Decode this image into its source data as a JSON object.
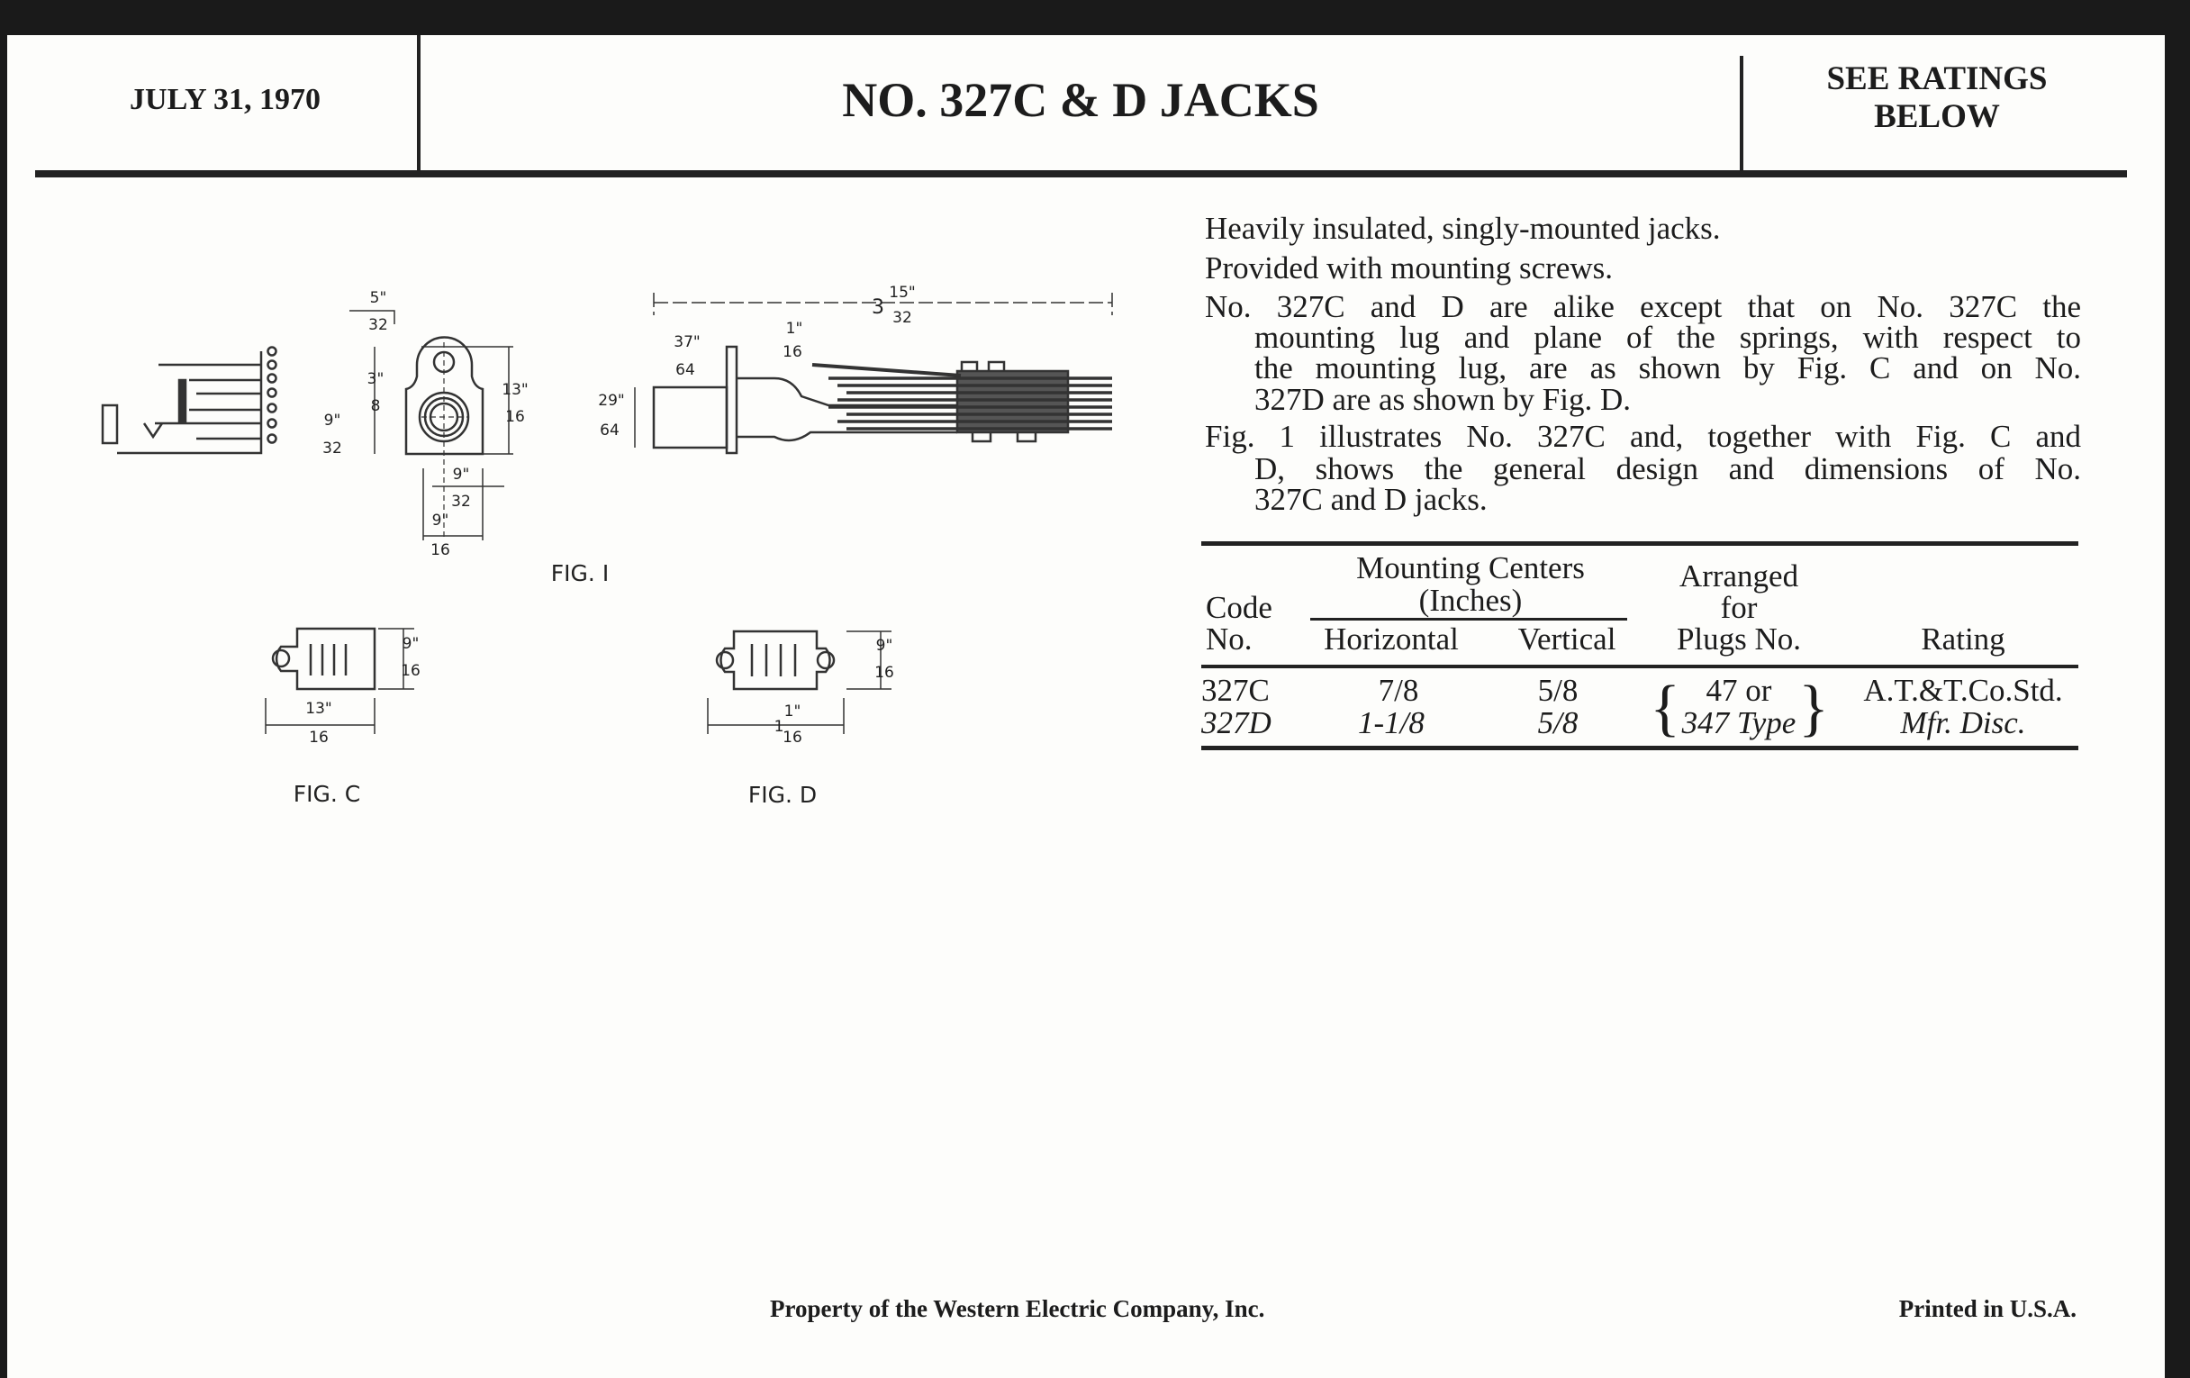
{
  "header": {
    "date": "JULY 31, 1970",
    "title": "NO. 327C & D JACKS",
    "ratings_line1": "SEE RATINGS",
    "ratings_line2": "BELOW"
  },
  "description": {
    "p1": [
      "Heavily insulated, singly-mounted jacks."
    ],
    "p2": [
      "Provided with mounting screws."
    ],
    "p3": [
      "No. 327C and D are alike except that on No. 327C the",
      "mounting lug and plane of the springs, with respect to",
      "the mounting lug, are as shown by Fig. C and on No.",
      "327D are as shown by Fig. D."
    ],
    "p4": [
      "Fig. 1 illustrates No. 327C and, together with Fig. C and",
      "D, shows the general design and dimensions of No.",
      "327C and D jacks."
    ]
  },
  "table": {
    "headers": {
      "code_1": "Code",
      "code_2": "No.",
      "mounting_1": "Mounting Centers",
      "mounting_2": "(Inches)",
      "horizontal": "Horizontal",
      "vertical": "Vertical",
      "plugs_1": "Arranged",
      "plugs_2": "for",
      "plugs_3": "Plugs No.",
      "rating": "Rating"
    },
    "rows": [
      {
        "code": "327C",
        "horizontal": "7/8",
        "vertical": "5/8",
        "plugs": "47 or",
        "rating": "A.T.&T.Co.Std."
      },
      {
        "code": "327D",
        "horizontal": "1-1/8",
        "vertical": "5/8",
        "plugs": "347 Type",
        "rating": "Mfr. Disc."
      }
    ]
  },
  "figures": {
    "fig1": {
      "label": "FIG. I",
      "dims": {
        "lug_offset": {
          "num": "5\"",
          "den": "32"
        },
        "lug_height": {
          "num": "3\"",
          "den": "8"
        },
        "center_height": {
          "num": "9\"",
          "den": "32"
        },
        "total_height": {
          "num": "13\"",
          "den": "16"
        },
        "half_width": {
          "num": "9\"",
          "den": "32"
        },
        "width": {
          "num": "9\"",
          "den": "16"
        },
        "length_whole": "3",
        "length": {
          "num": "15\"",
          "den": "32"
        },
        "sleeve": {
          "num": "37\"",
          "den": "64"
        },
        "flange": {
          "num": "1\"",
          "den": "16"
        },
        "sleeve_dia": {
          "num": "29\"",
          "den": "64"
        }
      }
    },
    "figc": {
      "label": "FIG. C",
      "height": {
        "num": "9\"",
        "den": "16"
      },
      "width": {
        "num": "13\"",
        "den": "16"
      }
    },
    "figd": {
      "label": "FIG. D",
      "height": {
        "num": "9\"",
        "den": "16"
      },
      "width_whole": "1",
      "width": {
        "num": "1\"",
        "den": "16"
      }
    }
  },
  "footer": {
    "property": "Property of the Western Electric Company, Inc.",
    "printed": "Printed in U.S.A."
  }
}
